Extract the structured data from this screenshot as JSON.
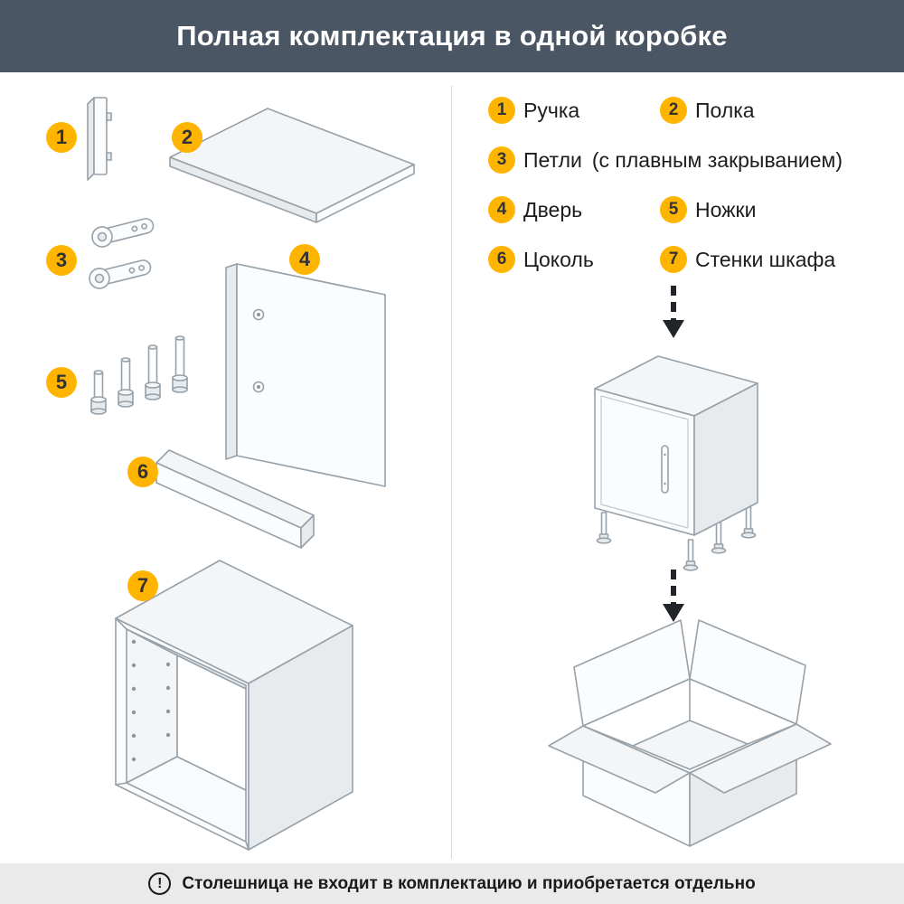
{
  "header": {
    "title": "Полная комплектация в одной коробке"
  },
  "parts": [
    {
      "num": "1",
      "label": "Ручка",
      "note": ""
    },
    {
      "num": "2",
      "label": "Полка",
      "note": ""
    },
    {
      "num": "3",
      "label": "Петли",
      "note": "(с плавным закрыванием)"
    },
    {
      "num": "4",
      "label": "Дверь",
      "note": ""
    },
    {
      "num": "5",
      "label": "Ножки",
      "note": ""
    },
    {
      "num": "6",
      "label": "Цоколь",
      "note": ""
    },
    {
      "num": "7",
      "label": "Стенки шкафа",
      "note": ""
    }
  ],
  "footer": {
    "icon": "!",
    "note": "Столешница не входит в комплектацию и приобретается отдельно"
  },
  "colors": {
    "badge": "#FFB400",
    "badge_text": "#333333",
    "header_bg": "#4A5663",
    "footer_bg": "#EAEAEA",
    "line_art": "#97A1A9"
  }
}
